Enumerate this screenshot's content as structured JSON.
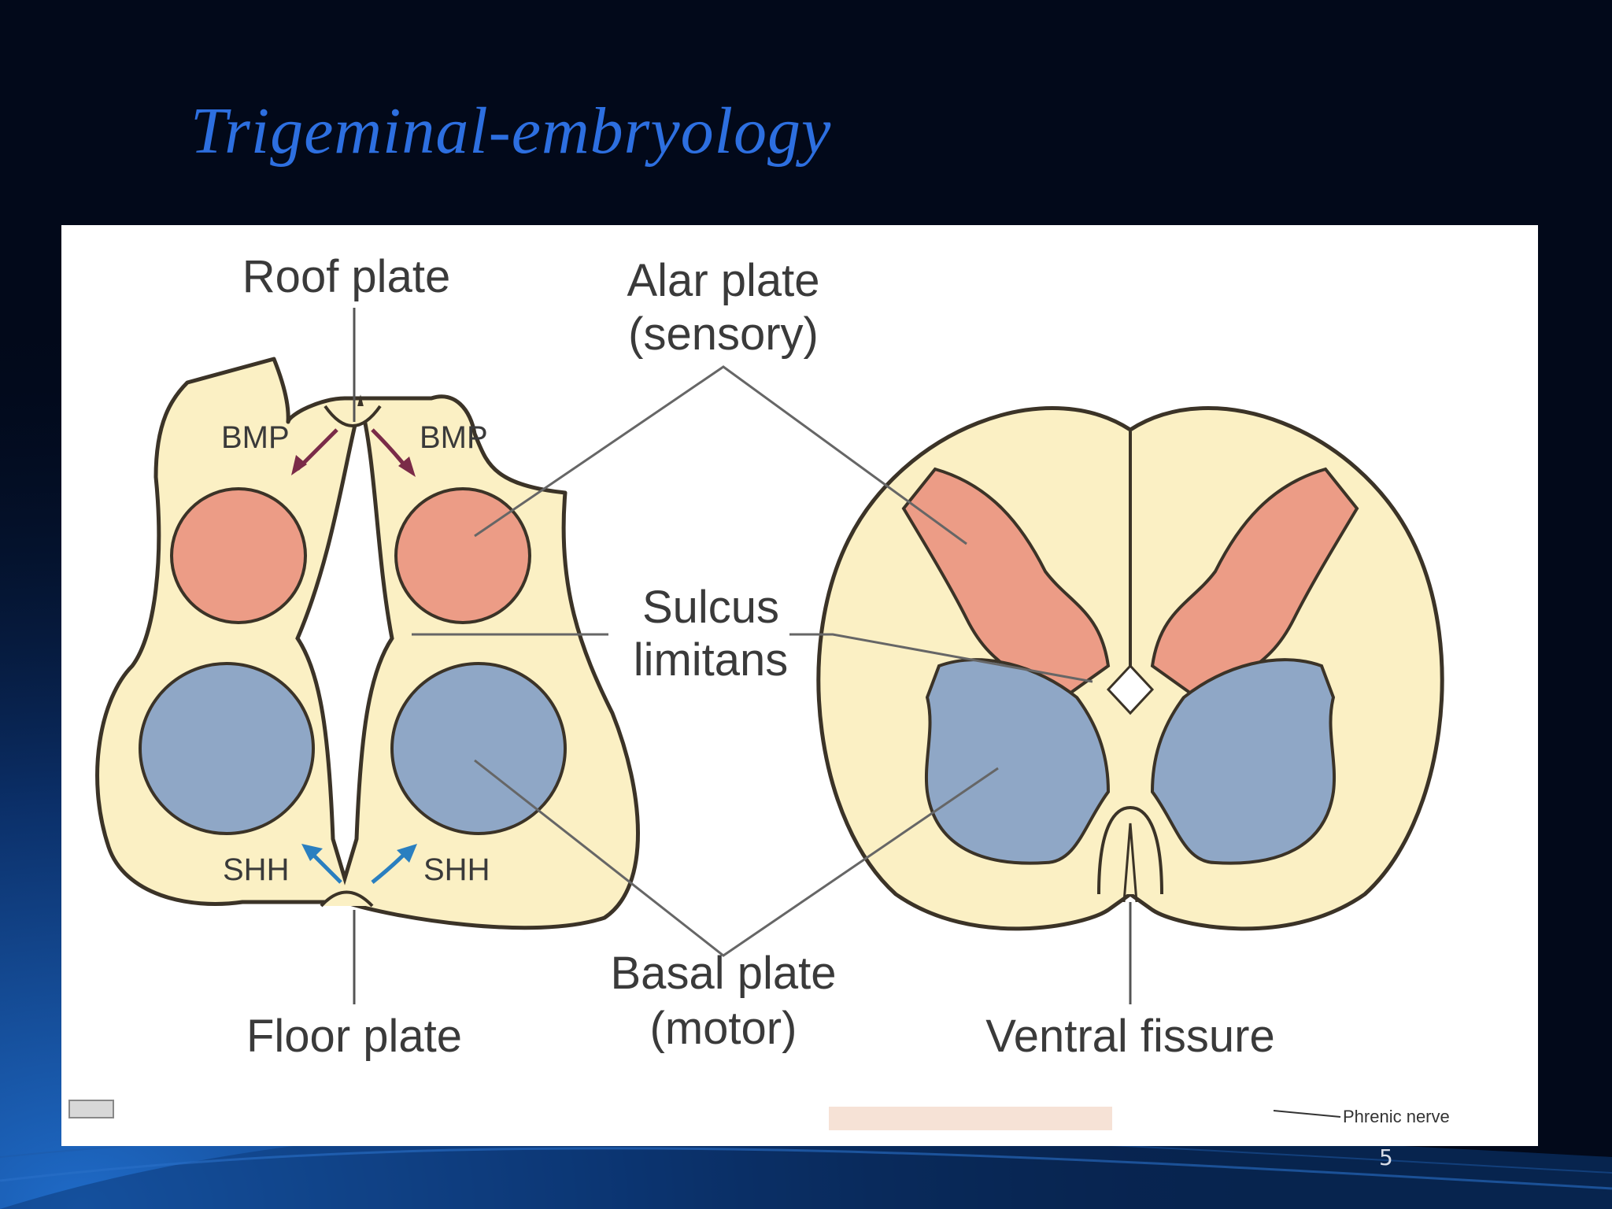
{
  "slide": {
    "title": "Trigeminal-embryology",
    "page_number": "5"
  },
  "diagram": {
    "labels": {
      "roof_plate": "Roof plate",
      "alar_plate_line1": "Alar plate",
      "alar_plate_line2": "(sensory)",
      "sulcus_line1": "Sulcus",
      "sulcus_line2": "limitans",
      "basal_plate_line1": "Basal plate",
      "basal_plate_line2": "(motor)",
      "floor_plate": "Floor plate",
      "ventral_fissure": "Ventral fissure",
      "bmp_left": "BMP",
      "bmp_right": "BMP",
      "shh_left": "SHH",
      "shh_right": "SHH",
      "phrenic_nerve": "Phrenic nerve"
    },
    "colors": {
      "tissue": "#fbf0c4",
      "alar": "#ec9c86",
      "basal": "#8fa7c6",
      "outline": "#3b3327",
      "bmp_arrow": "#7a2b48",
      "shh_arrow": "#2a7fc0"
    }
  }
}
